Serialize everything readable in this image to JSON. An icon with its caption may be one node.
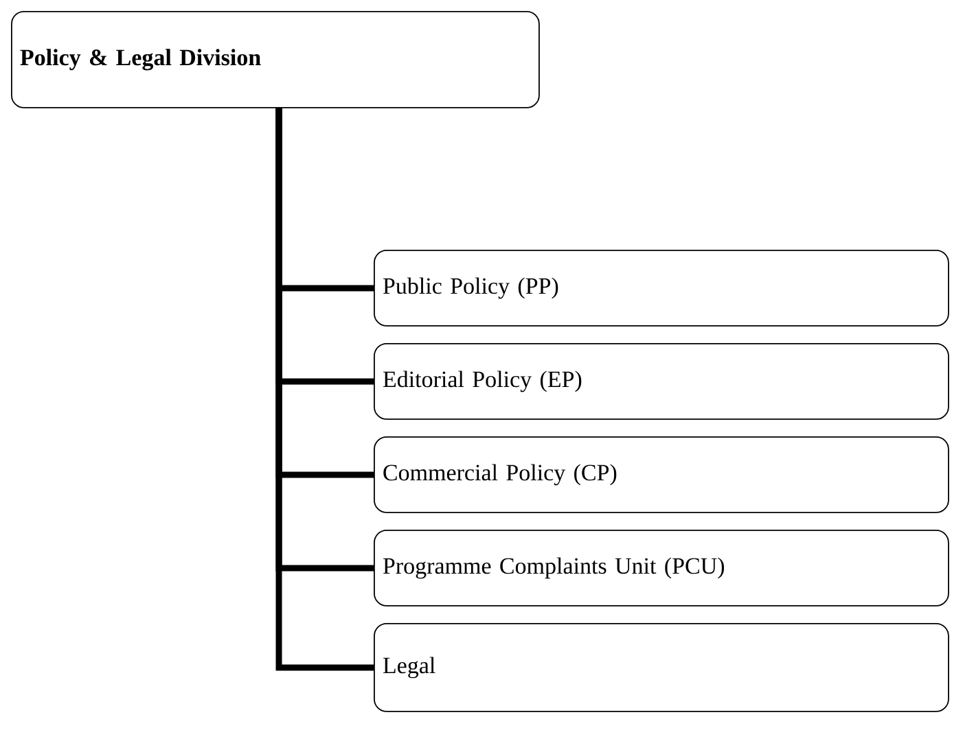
{
  "diagram": {
    "nodes": [
      {
        "text": [
          "Policy & Legal Division"
        ]
      },
      {
        "text": [
          "Public Policy (PP)"
        ]
      },
      {
        "text": [
          "Editorial Policy (EP)"
        ]
      },
      {
        "text": [
          "Commercial Policy (CP)"
        ]
      },
      {
        "text": [
          "Programme Complaints Unit (PCU)"
        ]
      },
      {
        "text": [
          "Legal"
        ]
      }
    ],
    "edges": [
      {
        "from": 0,
        "to": 1,
        "arrow": "none"
      },
      {
        "from": 0,
        "to": 2,
        "arrow": "none"
      },
      {
        "from": 0,
        "to": 3,
        "arrow": "none"
      },
      {
        "from": 0,
        "to": 4,
        "arrow": "none"
      },
      {
        "from": 0,
        "to": 5,
        "arrow": "none"
      }
    ]
  }
}
